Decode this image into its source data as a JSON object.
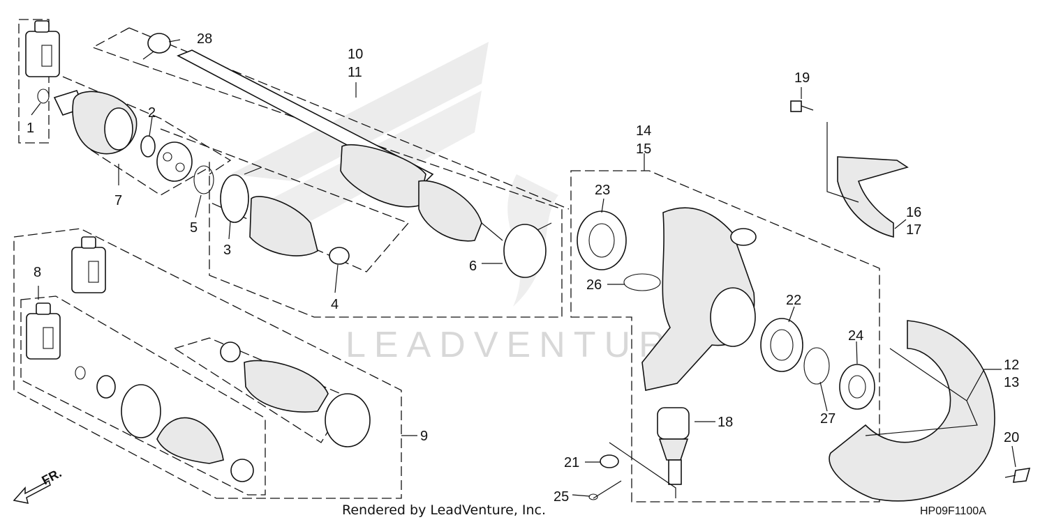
{
  "callouts": {
    "c1": "1",
    "c2": "2",
    "c3": "3",
    "c4": "4",
    "c5": "5",
    "c6": "6",
    "c7": "7",
    "c8": "8",
    "c9": "9",
    "c10": "10",
    "c11": "11",
    "c12": "12",
    "c13": "13",
    "c14": "14",
    "c15": "15",
    "c16": "16",
    "c17": "17",
    "c18": "18",
    "c19": "19",
    "c20": "20",
    "c21": "21",
    "c22": "22",
    "c23": "23",
    "c24": "24",
    "c25": "25",
    "c26": "26",
    "c27": "27",
    "c28": "28"
  },
  "footer": {
    "rendered_by": "Rendered by LeadVenture, Inc.",
    "diagram_code": "HP09F1100A",
    "direction": "FR."
  },
  "watermark": {
    "text": "LEADVENTURE"
  }
}
